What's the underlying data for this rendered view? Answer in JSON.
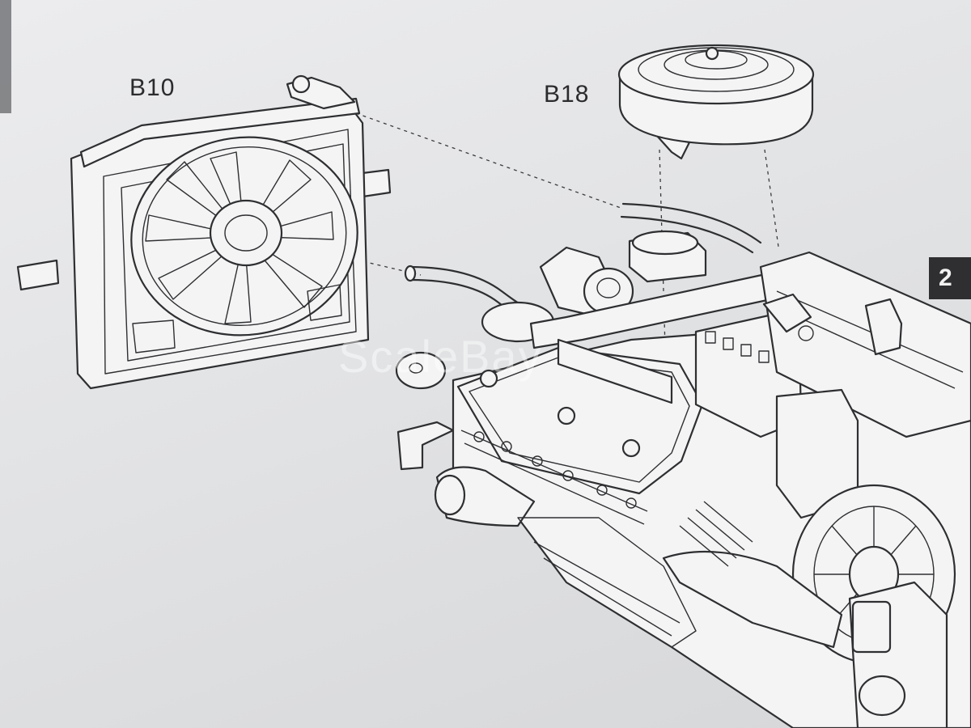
{
  "parts": {
    "radiator_fan": {
      "label": "B10",
      "icon": "radiator-fan-icon"
    },
    "air_cleaner": {
      "label": "B18",
      "icon": "air-cleaner-icon"
    },
    "engine_assembly": {
      "icon": "engine-assembly-icon"
    }
  },
  "step": {
    "number": "2"
  },
  "watermark": {
    "text": "ScaleBay"
  },
  "colors": {
    "paper": "#e3e4e6",
    "ink": "#2b2b2d",
    "badge": "#2f2f31"
  }
}
